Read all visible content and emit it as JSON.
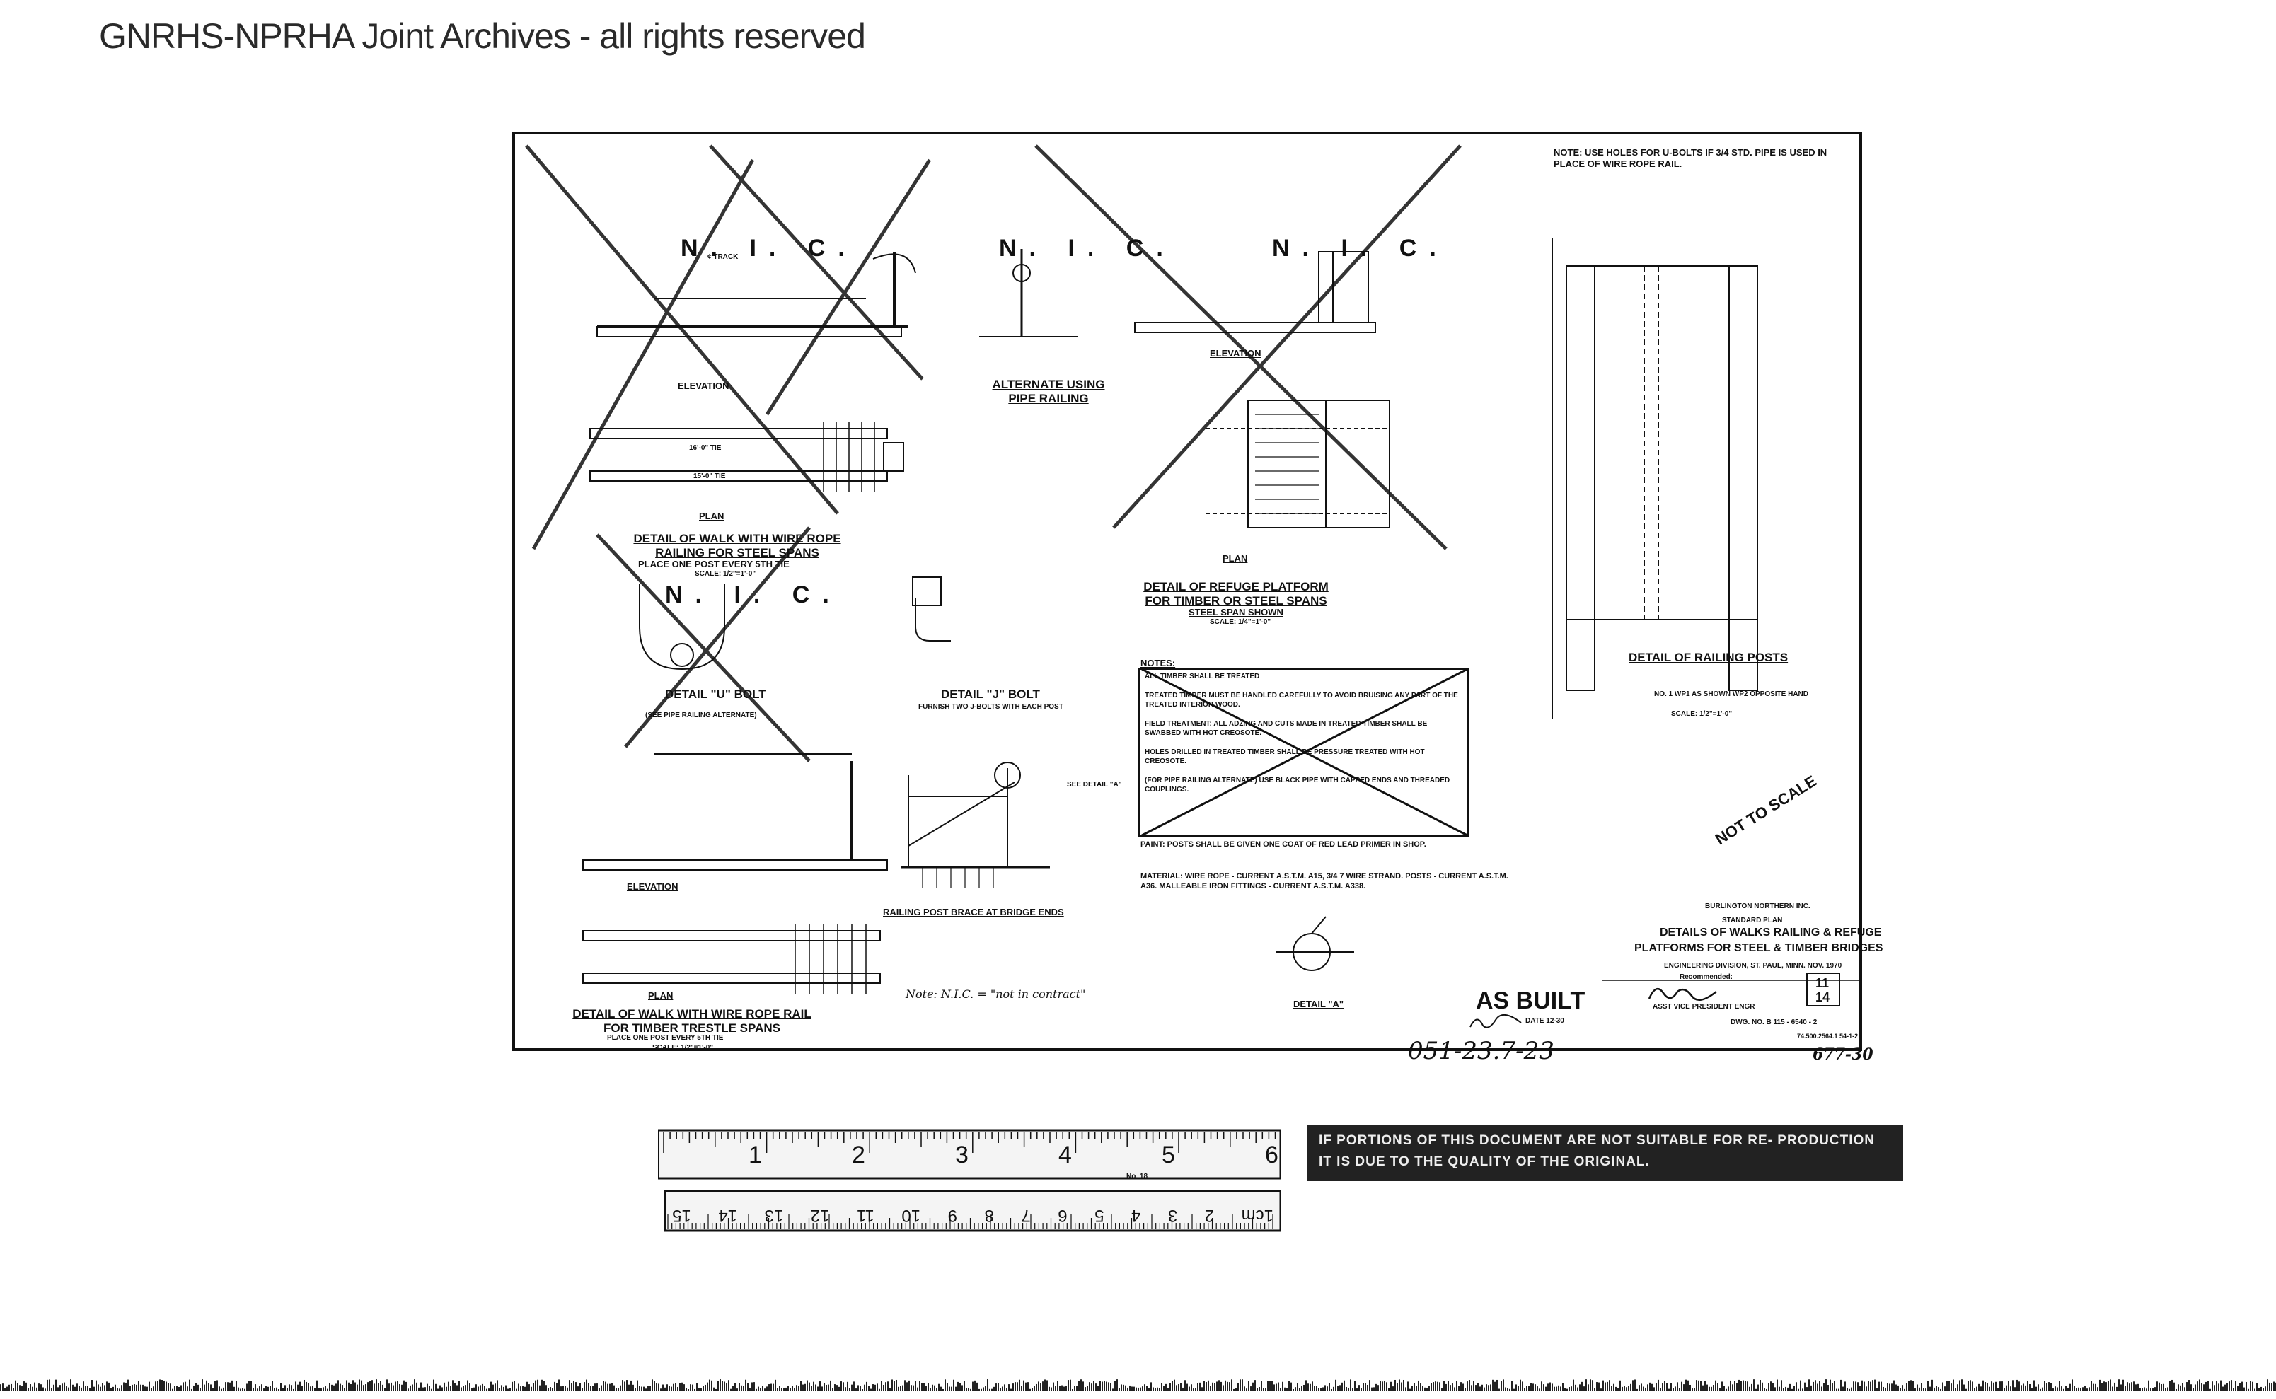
{
  "header": {
    "watermark_text": "GNRHS-NPRHA Joint Archives - all rights reserved"
  },
  "drawing": {
    "top_note": "NOTE: USE HOLES FOR U-BOLTS IF 3/4 STD. PIPE IS USED IN PLACE OF WIRE ROPE RAIL.",
    "nic_labels": [
      "N. I. C.",
      "N. I. C.",
      "N. I. C.",
      "N. I. C."
    ],
    "labels": {
      "elevation": "ELEVATION",
      "plan": "PLAN",
      "alternate": "ALTERNATE USING PIPE RAILING",
      "walk_steel_title": "DETAIL OF WALK WITH WIRE ROPE RAILING FOR STEEL SPANS",
      "walk_steel_sub": "PLACE ONE POST EVERY 5TH TIE",
      "walk_steel_scale": "SCALE: 1/2\"=1'-0\"",
      "refuge_title": "DETAIL OF REFUGE PLATFORM FOR TIMBER OR STEEL SPANS",
      "refuge_sub": "STEEL SPAN SHOWN",
      "refuge_scale": "SCALE: 1/4\"=1'-0\"",
      "u_bolt": "DETAIL \"U\" BOLT",
      "u_bolt_sub": "(SEE PIPE RAILING ALTERNATE)",
      "j_bolt": "DETAIL \"J\" BOLT",
      "j_bolt_sub": "FURNISH TWO J-BOLTS WITH EACH POST",
      "railing_posts": "DETAIL OF RAILING POSTS",
      "railing_posts_sub": "NO. 1 WP1 AS SHOWN  WP2 OPPOSITE HAND",
      "railing_posts_scale": "SCALE: 1/2\"=1'-0\"",
      "brace": "RAILING POST BRACE AT BRIDGE ENDS",
      "walk_timber_title": "DETAIL OF WALK WITH WIRE ROPE RAIL FOR TIMBER TRESTLE SPANS",
      "walk_timber_sub": "PLACE ONE POST EVERY 5TH TIE",
      "walk_timber_scale": "SCALE: 1/2\"=1'-0\"",
      "detail_a": "DETAIL \"A\"",
      "see_detail": "SEE DETAIL \"A\"",
      "nic_note": "Note: N.I.C. = \"not in contract\"",
      "tie_16": "16'-0\" TIE",
      "tie_15": "15'-0\" TIE",
      "track": "¢ TRACK"
    },
    "notes_heading": "NOTES:",
    "notes_lines": [
      "ALL TIMBER SHALL BE TREATED",
      "TREATED TIMBER MUST BE HANDLED CAREFULLY TO AVOID BRUISING ANY PART OF THE TREATED INTERIOR WOOD.",
      "FIELD TREATMENT: ALL ADZING AND CUTS MADE IN TREATED TIMBER SHALL BE SWABBED WITH HOT CREOSOTE.",
      "HOLES DRILLED IN TREATED TIMBER SHALL BE PRESSURE TREATED WITH HOT CREOSOTE.",
      "(FOR PIPE RAILING ALTERNATE) USE BLACK PIPE WITH CAPPED ENDS AND THREADED COUPLINGS."
    ],
    "paint_note": "PAINT: POSTS SHALL BE GIVEN ONE COAT OF RED LEAD PRIMER IN SHOP.",
    "material_note": "MATERIAL: WIRE ROPE - CURRENT A.S.T.M. A15, 3/4 7 WIRE STRAND. POSTS - CURRENT A.S.T.M. A36. MALLEABLE IRON FITTINGS - CURRENT A.S.T.M. A338.",
    "not_to_scale": "NOT TO SCALE",
    "title_block": {
      "company": "BURLINGTON NORTHERN INC.",
      "standard": "STANDARD PLAN",
      "title1": "DETAILS OF WALKS RAILING & REFUGE",
      "title2": "PLATFORMS FOR STEEL & TIMBER BRIDGES",
      "division": "ENGINEERING DIVISION, ST. PAUL, MINN. NOV. 1970",
      "recommended": "Recommended:",
      "approver_title": "ASST VICE PRESIDENT ENGR",
      "sheet_top": "11",
      "sheet_bottom": "14",
      "dwg_no": "DWG. NO. B 115 - 6540 - 2"
    },
    "as_built": "AS BUILT",
    "as_built_date": "DATE 12-30",
    "handwritten_number": "051-23.7-23",
    "corner_number": "677-30",
    "corner_code": "74.500.2564.1 54-1-2"
  },
  "ruler": {
    "inch_marks": [
      "1",
      "2",
      "3",
      "4",
      "5",
      "6"
    ],
    "cm_marks": [
      "1cm",
      "2",
      "3",
      "4",
      "5",
      "6",
      "7",
      "8",
      "9",
      "10",
      "11",
      "12",
      "13",
      "14",
      "15"
    ],
    "model": "No. 18"
  },
  "notice": {
    "text": "IF PORTIONS OF THIS DOCUMENT ARE NOT SUITABLE FOR RE- PRODUCTION IT IS DUE TO THE QUALITY OF THE ORIGINAL."
  }
}
